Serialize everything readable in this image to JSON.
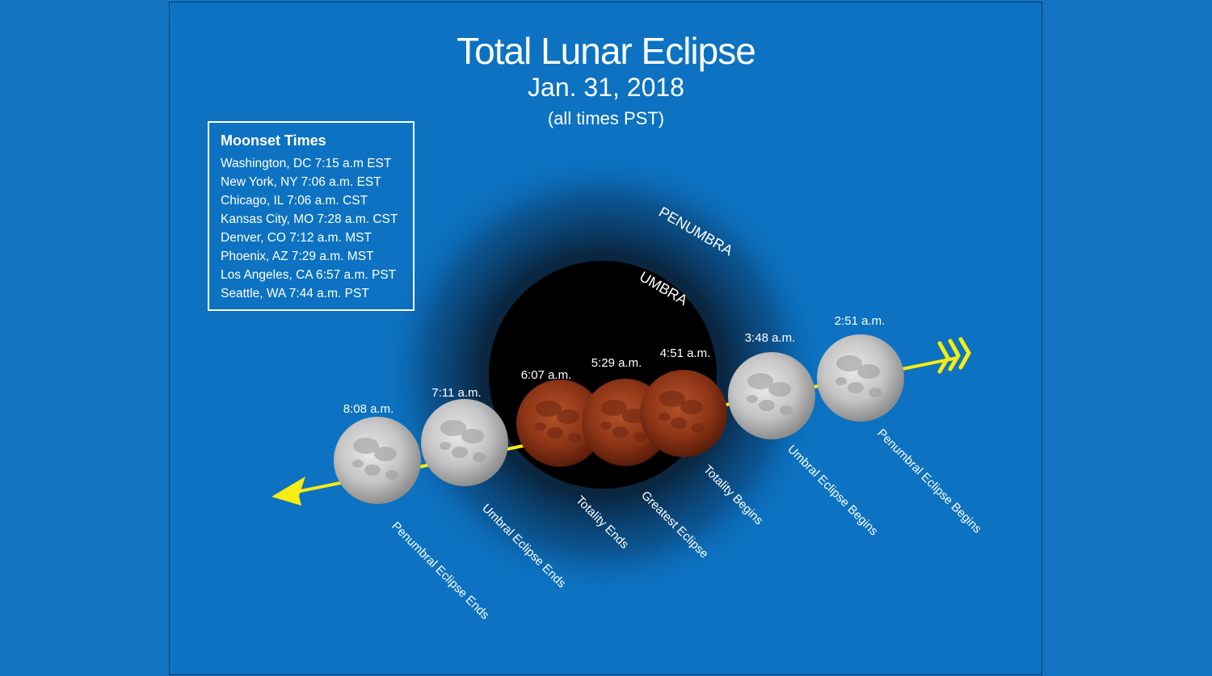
{
  "title": "Total Lunar Eclipse",
  "date": "Jan. 31, 2018",
  "note": "(all times PST)",
  "moonset": {
    "heading": "Moonset Times",
    "rows": [
      "Washington, DC 7:15 a.m EST",
      "New York, NY 7:06 a.m. EST",
      "Chicago, IL 7:06 a.m. CST",
      "Kansas City, MO 7:28 a.m. CST",
      "Denver, CO 7:12 a.m. MST",
      "Phoenix, AZ 7:29 a.m. MST",
      "Los Angeles, CA 6:57 a.m. PST",
      "Seattle, WA 7:44 a.m. PST"
    ]
  },
  "shadows": {
    "penumbra": "PENUMBRA",
    "umbra": "UMBRA"
  },
  "phases": [
    {
      "time": "8:08 a.m.",
      "event": "Penumbral Eclipse Ends",
      "moon": "full"
    },
    {
      "time": "7:11 a.m.",
      "event": "Umbral Eclipse Ends",
      "moon": "full"
    },
    {
      "time": "6:07 a.m.",
      "event": "Totality Ends",
      "moon": "blood"
    },
    {
      "time": "5:29 a.m.",
      "event": "Greatest Eclipse",
      "moon": "blood"
    },
    {
      "time": "4:51 a.m.",
      "event": "Totality Begins",
      "moon": "blood"
    },
    {
      "time": "3:48 a.m.",
      "event": "Umbral Eclipse Begins",
      "moon": "full"
    },
    {
      "time": "2:51 a.m.",
      "event": "Penumbral Eclipse Begins",
      "moon": "full"
    }
  ],
  "colors": {
    "background": "#0c72c1",
    "path": "#f7ec13",
    "umbra": "#000000",
    "blood_moon": "#9a3c1c",
    "full_moon": "#c9c9c9"
  }
}
